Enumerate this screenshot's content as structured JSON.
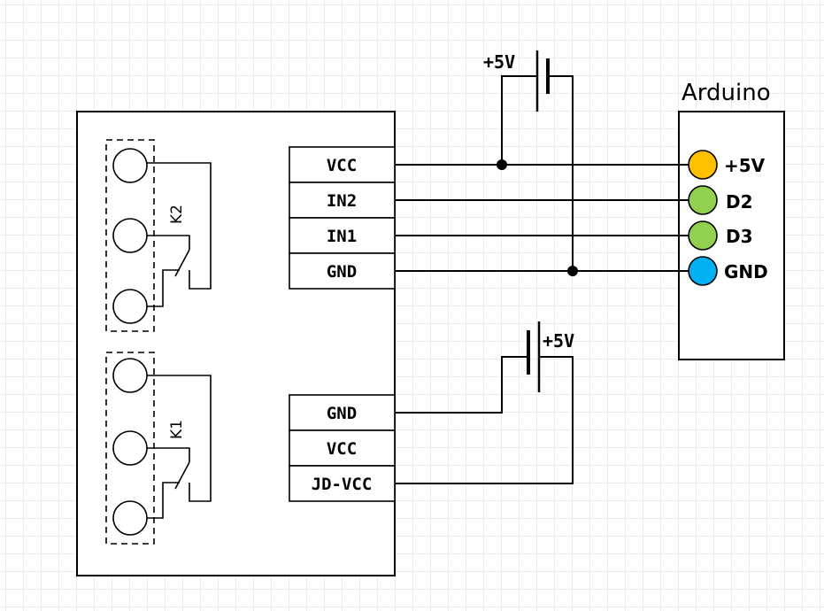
{
  "relay_module": {
    "relays": [
      {
        "id": "K2"
      },
      {
        "id": "K1"
      }
    ],
    "header_top": [
      "VCC",
      "IN2",
      "IN1",
      "GND"
    ],
    "header_bottom": [
      "GND",
      "VCC",
      "JD-VCC"
    ]
  },
  "arduino": {
    "title": "Arduino",
    "pins": [
      {
        "label": "+5V",
        "color": "#FFC000"
      },
      {
        "label": "D2",
        "color": "#92D050"
      },
      {
        "label": "D3",
        "color": "#92D050"
      },
      {
        "label": "GND",
        "color": "#00B0F0"
      }
    ]
  },
  "supplies": [
    {
      "label": "+5V"
    },
    {
      "label": "+5V"
    }
  ],
  "colors": {
    "wire": "#000000",
    "grid": "#d6d6d6"
  }
}
